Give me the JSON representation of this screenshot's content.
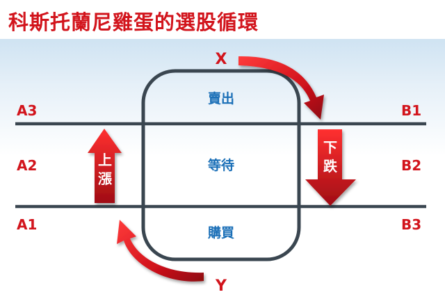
{
  "title": "科斯托蘭尼雞蛋的選股循環",
  "top_point": "X",
  "bottom_point": "Y",
  "left_labels": [
    "A3",
    "A2",
    "A1"
  ],
  "right_labels": [
    "B1",
    "B2",
    "B3"
  ],
  "zones": {
    "sell": "賣出",
    "wait": "等待",
    "buy": "購買"
  },
  "arrows": {
    "rise": [
      "上",
      "漲"
    ],
    "fall": [
      "下",
      "跌"
    ]
  },
  "colors": {
    "title": "#d2141c",
    "labels": "#d2141c",
    "arrow": "#d2141c",
    "zone_text": "#1a6fb7",
    "lines": "#3a4650"
  }
}
